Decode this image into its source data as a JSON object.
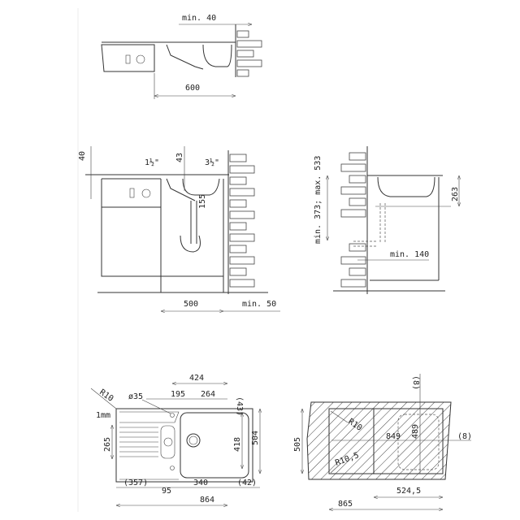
{
  "side_view_top": {
    "min_wall": "min. 40",
    "width": "600"
  },
  "side_view_cabinet": {
    "counter_thickness": "40",
    "overflow_size": "1½\"",
    "drain_offset": "43",
    "drain_size": "3½\"",
    "bowl_depth": "155",
    "cabinet_width": "500",
    "min_wall_gap": "min. 50"
  },
  "side_view_wall": {
    "drain_height": "min. 373; max. 533",
    "depth": "263",
    "min_outlet": "min. 140"
  },
  "top_view_sink": {
    "d424": "424",
    "d195": "195",
    "d264": "264",
    "d43": "(43)",
    "radius": "R10",
    "tap_hole": "ø35",
    "edge": "1mm",
    "d265": "265",
    "d418": "418",
    "d504": "504",
    "d357": "(357)",
    "d340": "340",
    "d42": "(42)",
    "d95": "95",
    "d864": "864"
  },
  "cutout_view": {
    "d505": "505",
    "d8_top": "(8)",
    "d8_right": "(8)",
    "radius": "R10",
    "d849": "849",
    "d489": "489",
    "radius_inner": "R10,5",
    "d524": "524,5",
    "d865": "865"
  }
}
